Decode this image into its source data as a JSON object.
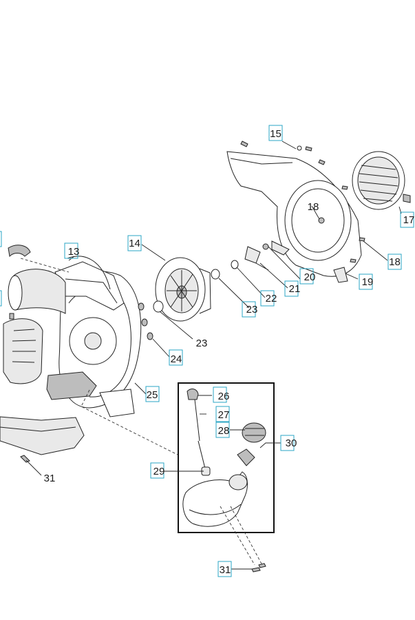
{
  "diagram": {
    "callouts": [
      {
        "id": "c15",
        "label": "15",
        "boxed": true
      },
      {
        "id": "c13",
        "label": "13",
        "boxed": true
      },
      {
        "id": "c14",
        "label": "14",
        "boxed": true
      },
      {
        "id": "c18a",
        "label": "18",
        "boxed": false
      },
      {
        "id": "c17",
        "label": "17",
        "boxed": true
      },
      {
        "id": "c18b",
        "label": "18",
        "boxed": true
      },
      {
        "id": "c20",
        "label": "20",
        "boxed": true
      },
      {
        "id": "c19",
        "label": "19",
        "boxed": true
      },
      {
        "id": "c21",
        "label": "21",
        "boxed": true
      },
      {
        "id": "c22",
        "label": "22",
        "boxed": true
      },
      {
        "id": "c23a",
        "label": "23",
        "boxed": true
      },
      {
        "id": "c23b",
        "label": "23",
        "boxed": false
      },
      {
        "id": "c24",
        "label": "24",
        "boxed": true
      },
      {
        "id": "c25",
        "label": "25",
        "boxed": true
      },
      {
        "id": "c26",
        "label": "26",
        "boxed": true
      },
      {
        "id": "c27",
        "label": "27",
        "boxed": true
      },
      {
        "id": "c28",
        "label": "28",
        "boxed": true
      },
      {
        "id": "c29",
        "label": "29",
        "boxed": true
      },
      {
        "id": "c30",
        "label": "30",
        "boxed": true
      },
      {
        "id": "c31a",
        "label": "31",
        "boxed": false
      },
      {
        "id": "c31b",
        "label": "31",
        "boxed": true
      }
    ],
    "colors": {
      "callout_box": "#2aa6c4",
      "ink": "#222222"
    }
  }
}
